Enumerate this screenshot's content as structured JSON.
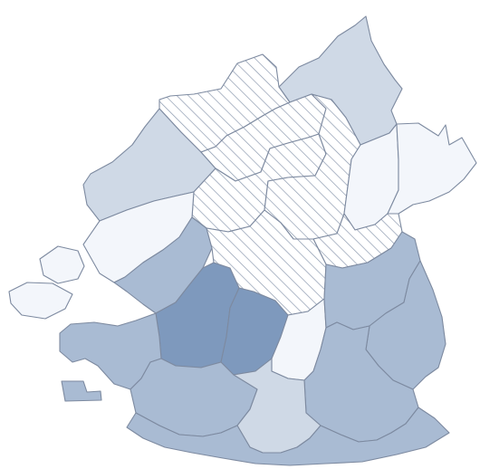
{
  "map": {
    "palette": {
      "level_0": "#f3f6fb",
      "level_1": "#cfd9e6",
      "level_2": "#a9bbd3",
      "level_3": "#7e99bd",
      "hatched_fill": "#ffffff",
      "hatch_stroke": "#8e9bb0",
      "border": "#7d8aa0"
    },
    "regions": [
      {
        "name": "ward-northeast-top",
        "shading": "level_1"
      },
      {
        "name": "ward-north-hatched",
        "shading": "hatched"
      },
      {
        "name": "ward-west-upper",
        "shading": "level_1"
      },
      {
        "name": "ward-north-center-hatched",
        "shading": "hatched"
      },
      {
        "name": "ward-center-hatched",
        "shading": "hatched"
      },
      {
        "name": "ward-center-east-hatched",
        "shading": "hatched"
      },
      {
        "name": "ward-east-upper",
        "shading": "level_0"
      },
      {
        "name": "ward-far-east",
        "shading": "level_0"
      },
      {
        "name": "ward-west-middle",
        "shading": "level_0"
      },
      {
        "name": "ward-east-middle-hatched",
        "shading": "hatched"
      },
      {
        "name": "ward-southwest-coast",
        "shading": "level_2"
      },
      {
        "name": "ward-central-dark-west",
        "shading": "level_3"
      },
      {
        "name": "ward-central-dark-east",
        "shading": "level_3"
      },
      {
        "name": "ward-center-south-hatched",
        "shading": "hatched"
      },
      {
        "name": "ward-south-center-light",
        "shading": "level_0"
      },
      {
        "name": "ward-east-lower",
        "shading": "level_2"
      },
      {
        "name": "ward-southeast",
        "shading": "level_2"
      },
      {
        "name": "ward-south-east-2",
        "shading": "level_2"
      },
      {
        "name": "ward-bay-west",
        "shading": "level_2"
      },
      {
        "name": "ward-south-west",
        "shading": "level_2"
      },
      {
        "name": "ward-south-center",
        "shading": "level_1"
      },
      {
        "name": "ward-south-bottom",
        "shading": "level_2"
      }
    ],
    "islands": [
      {
        "name": "island-north",
        "shading": "level_0"
      },
      {
        "name": "island-south",
        "shading": "level_0"
      },
      {
        "name": "island-pier",
        "shading": "level_2"
      }
    ]
  }
}
